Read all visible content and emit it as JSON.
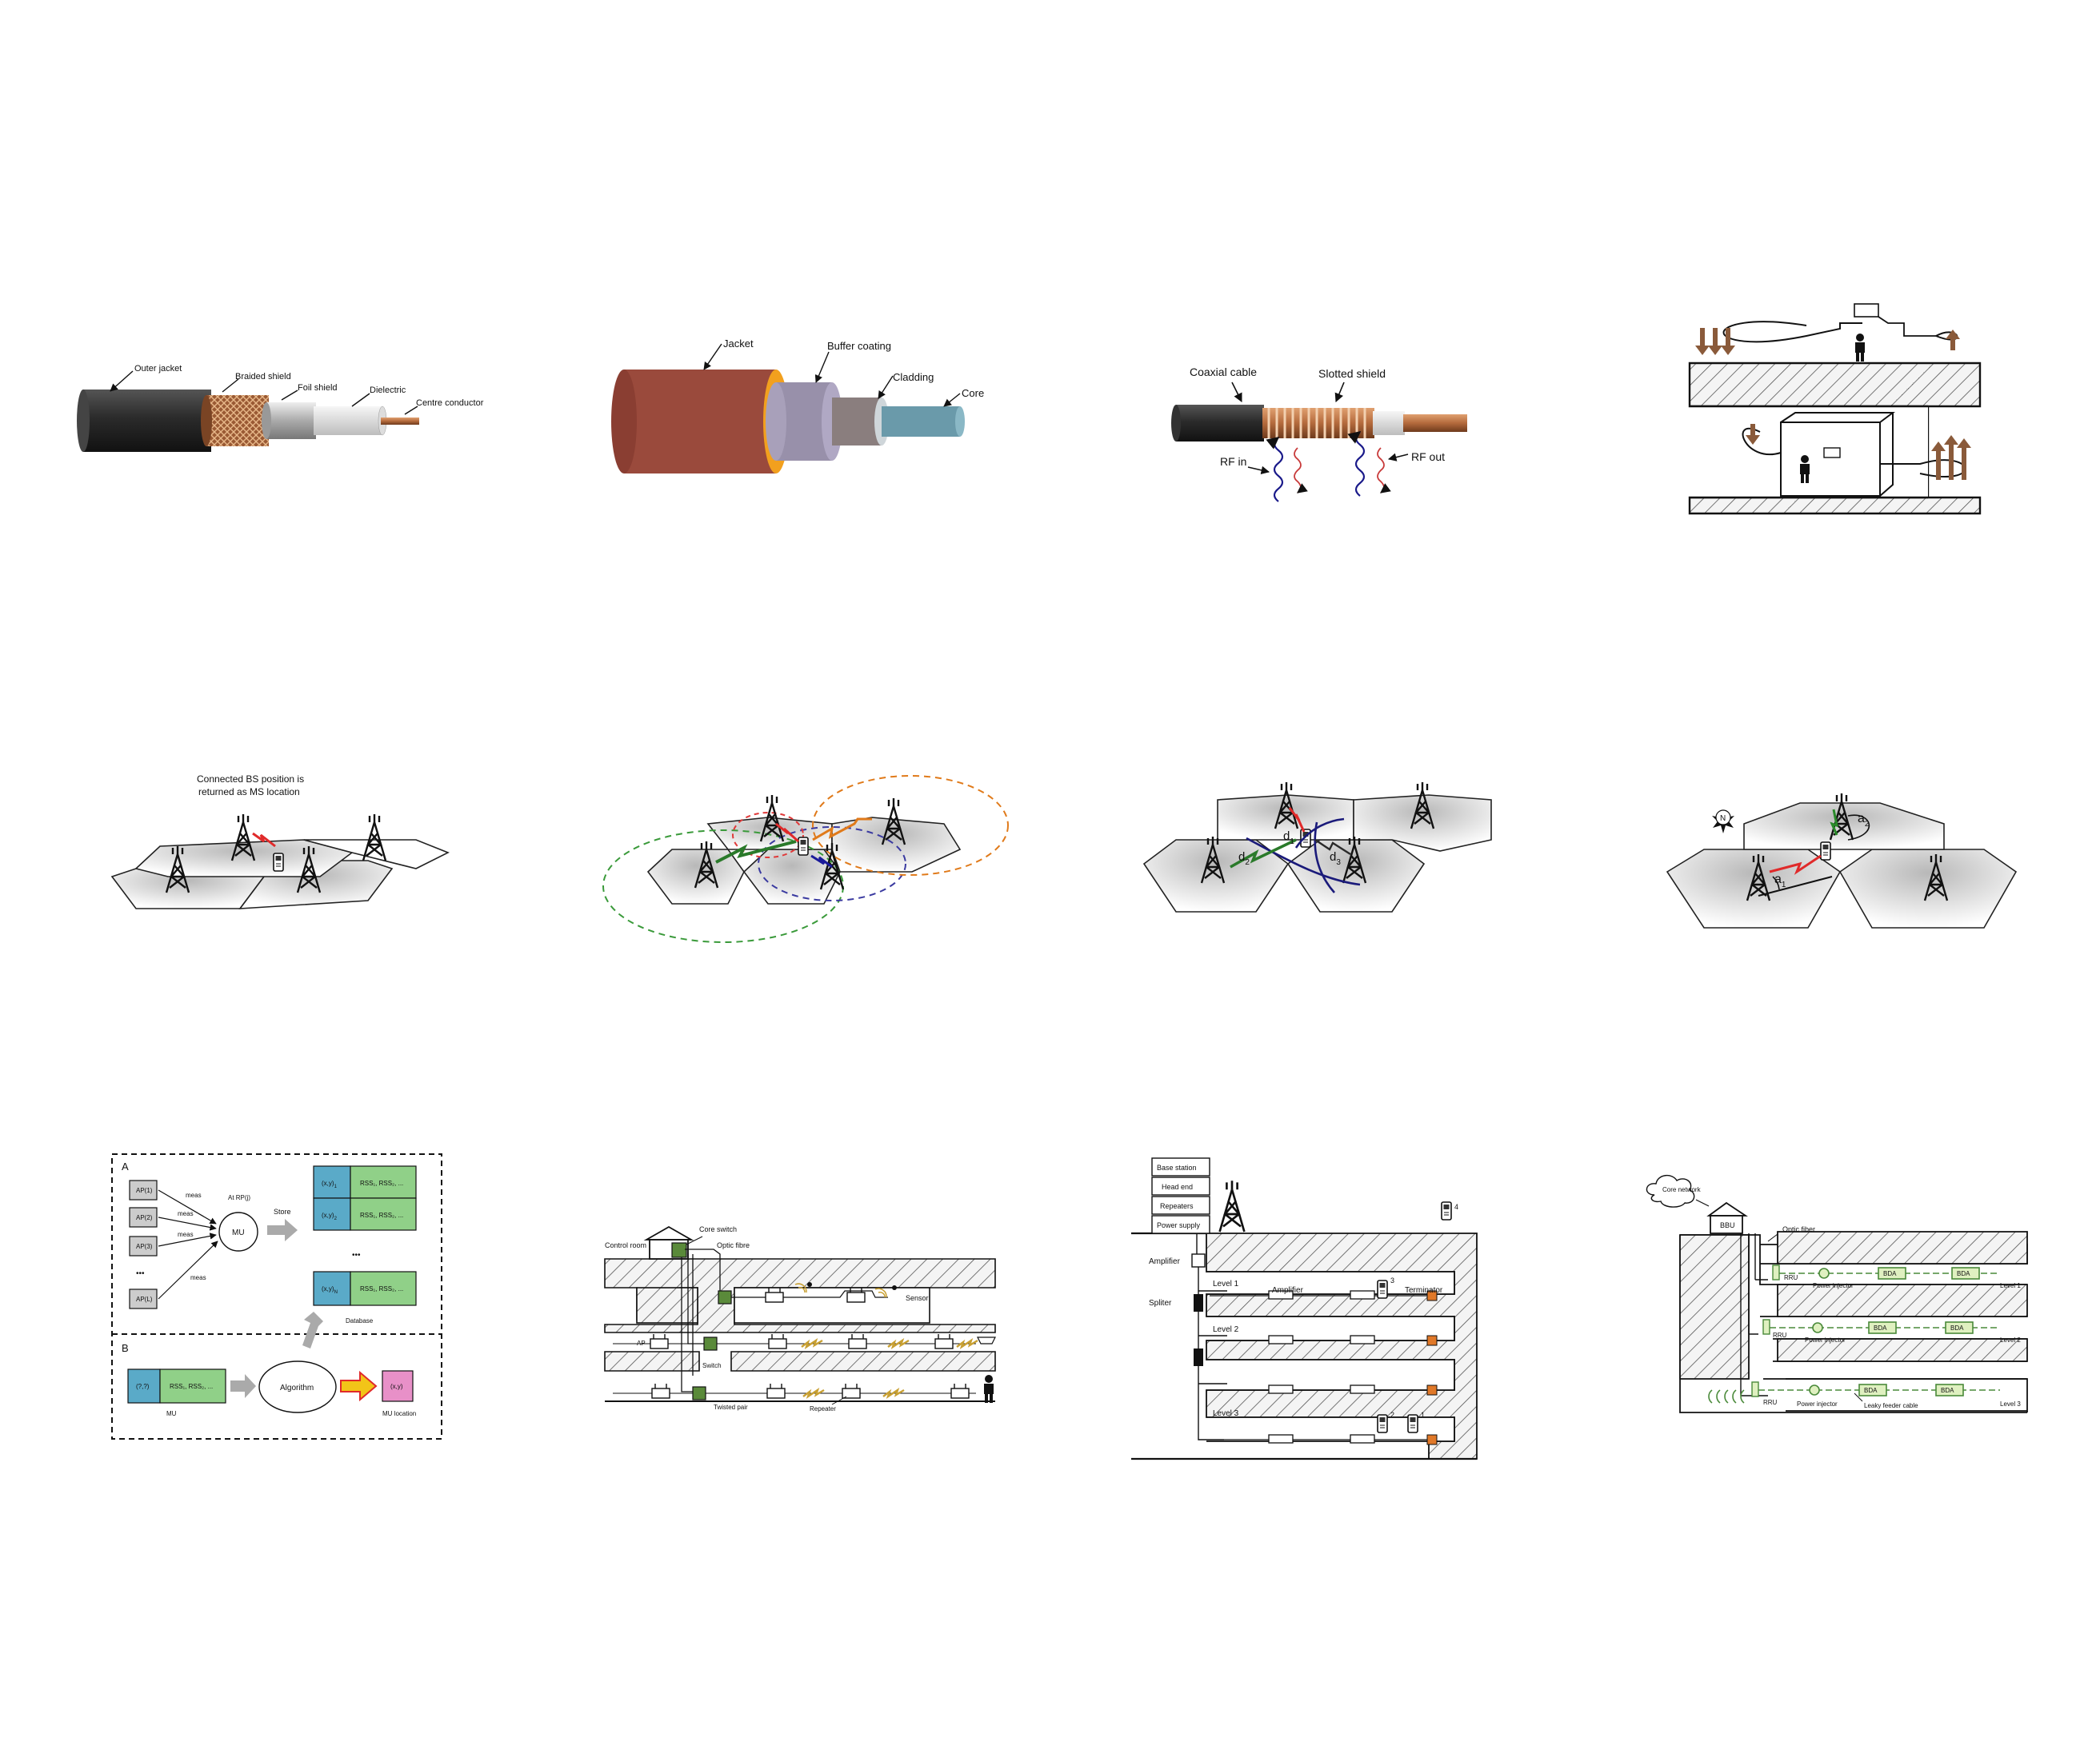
{
  "panel1": {
    "outer_jacket": "Outer jacket",
    "braided_shield": "Braided shield",
    "foil_shield": "Foil shield",
    "dielectric": "Dielectric",
    "centre_conductor": "Centre conductor"
  },
  "panel2": {
    "jacket": "Jacket",
    "buffer_coating": "Buffer coating",
    "cladding": "Cladding",
    "core": "Core"
  },
  "panel3": {
    "coaxial_cable": "Coaxial cable",
    "slotted_shield": "Slotted shield",
    "rf_in": "RF in",
    "rf_out": "RF out"
  },
  "panel5": {
    "caption_line1": "Connected BS position is",
    "caption_line2": "returned as MS location"
  },
  "panel7": {
    "d1": "d",
    "d1_sub": "1",
    "d2": "d",
    "d2_sub": "2",
    "d3": "d",
    "d3_sub": "3"
  },
  "panel8": {
    "a1": "a",
    "a1_sub": "1",
    "a2": "a",
    "a2_sub": "2",
    "north": "N"
  },
  "panel9": {
    "label_a": "A",
    "label_b": "B",
    "ap_items": [
      "AP(1)",
      "AP(2)",
      "AP(3)",
      "AP(L)"
    ],
    "dots": "•••",
    "meas": "meas",
    "at_rp": "At RP(j)",
    "mu": "MU",
    "store": "Store",
    "db_rows": [
      {
        "key": "(x,y)",
        "sub": "1",
        "val": "RSS₁, RSS₂, ..."
      },
      {
        "key": "(x,y)",
        "sub": "2",
        "val": "RSS₁, RSS₂, ..."
      },
      {
        "key": "(x,y)",
        "sub": "N",
        "val": "RSS₁, RSS₂, ..."
      }
    ],
    "database": "Database",
    "unknown": "(?,?)",
    "mu_rss": "RSS₁, RSS₂, ...",
    "mu_caption": "MU",
    "algorithm": "Algorithm",
    "result": "(x,y)",
    "mu_location": "MU location"
  },
  "panel10": {
    "control_room": "Control room",
    "core_switch": "Core switch",
    "optic_fibre": "Optic fibre",
    "sensor": "Sensor",
    "ap": "AP",
    "switch": "Switch",
    "twisted_pair": "Twisted pair",
    "repeater": "Repeater"
  },
  "panel11": {
    "base_station": "Base station",
    "head_end": "Head end",
    "repeaters": "Repeaters",
    "power_supply": "Power supply",
    "amplifier_left": "Amplifier",
    "spliter": "Spliter",
    "level1": "Level 1",
    "level2": "Level 2",
    "level3": "Level 3",
    "amplifier": "Amplifier",
    "terminator": "Terminator",
    "n1": "1",
    "n2": "2",
    "n3": "3",
    "n4": "4"
  },
  "panel12": {
    "core_network": "Core network",
    "bbu": "BBU",
    "optic_fiber": "Optic fiber",
    "rru": "RRU",
    "power_injector": "Power injector",
    "bda": "BDA",
    "leaky_feeder": "Leaky feeder cable",
    "level1": "Level 1",
    "level2": "Level 2",
    "level3": "Level 3"
  },
  "colors": {
    "cable_black": "#2a2a2a",
    "copper": "#b46a3c",
    "fibre_jacket": "#9a4a3c",
    "fibre_buffer": "#f2a01e",
    "fibre_cladding": "#9890aa",
    "fibre_core": "#6a9aaa",
    "green_box": "#5a8a3a",
    "db_blue": "#5aaac8",
    "db_green": "#90d088",
    "result_pink": "#e890c8",
    "orange_term": "#e07828",
    "leaky_green": "#4a8a3a"
  }
}
